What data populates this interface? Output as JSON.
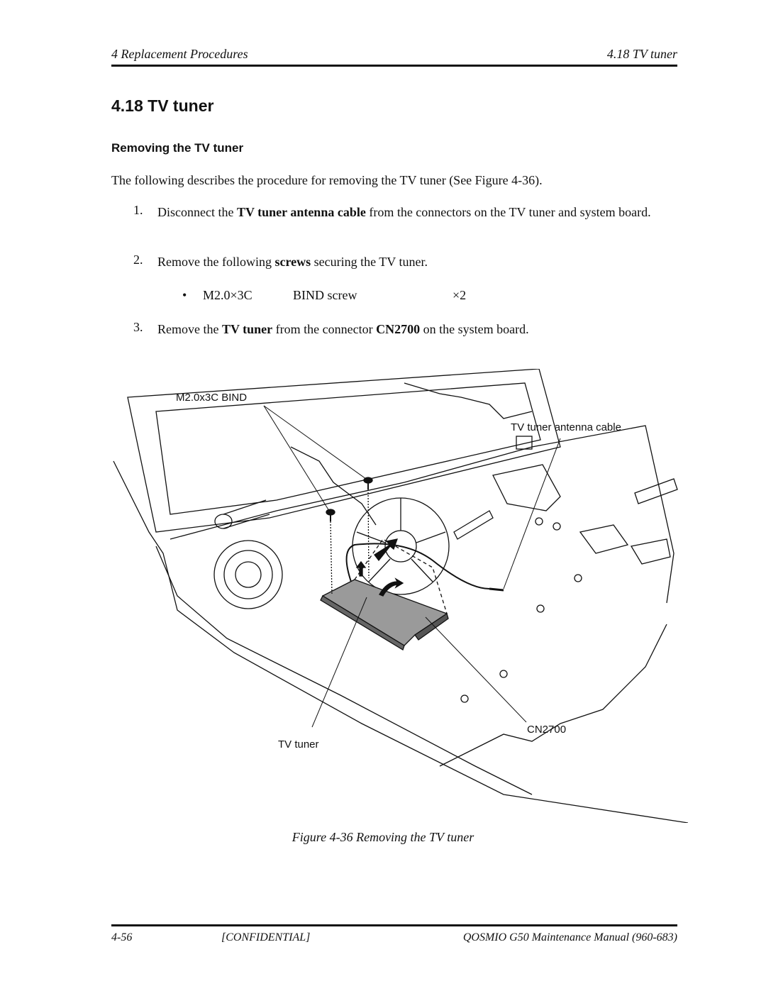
{
  "header": {
    "left": "4 Replacement Procedures",
    "right": "4.18 TV tuner"
  },
  "section_title": "4.18  TV tuner",
  "subsection_title": "Removing the TV tuner",
  "intro": "The following describes the procedure for removing the TV tuner (See Figure 4-36).",
  "steps": [
    {
      "num": "1.",
      "pre": "Disconnect the ",
      "bold": "TV tuner antenna cable",
      "post": " from the connectors on the TV tuner and system board."
    },
    {
      "num": "2.",
      "pre": "Remove the following ",
      "bold": "screws",
      "post": " securing the TV tuner."
    },
    {
      "num": "3.",
      "pre": "Remove the ",
      "bold": "TV tuner",
      "mid": " from the connector ",
      "bold2": "CN2700",
      "post": " on the system board."
    }
  ],
  "screw_list": {
    "bullet": "•",
    "code": "M2.0×3C",
    "type": "BIND screw",
    "qty": "×2"
  },
  "figure": {
    "callouts": {
      "screw": "M2.0x3C BIND",
      "cable": "TV tuner antenna cable",
      "tuner": "TV tuner",
      "connector": "CN2700"
    },
    "caption": "Figure 4-36   Removing the TV tuner"
  },
  "footer": {
    "page": "4-56",
    "center": "[CONFIDENTIAL]",
    "right": "QOSMIO G50 Maintenance Manual (960-683)"
  }
}
